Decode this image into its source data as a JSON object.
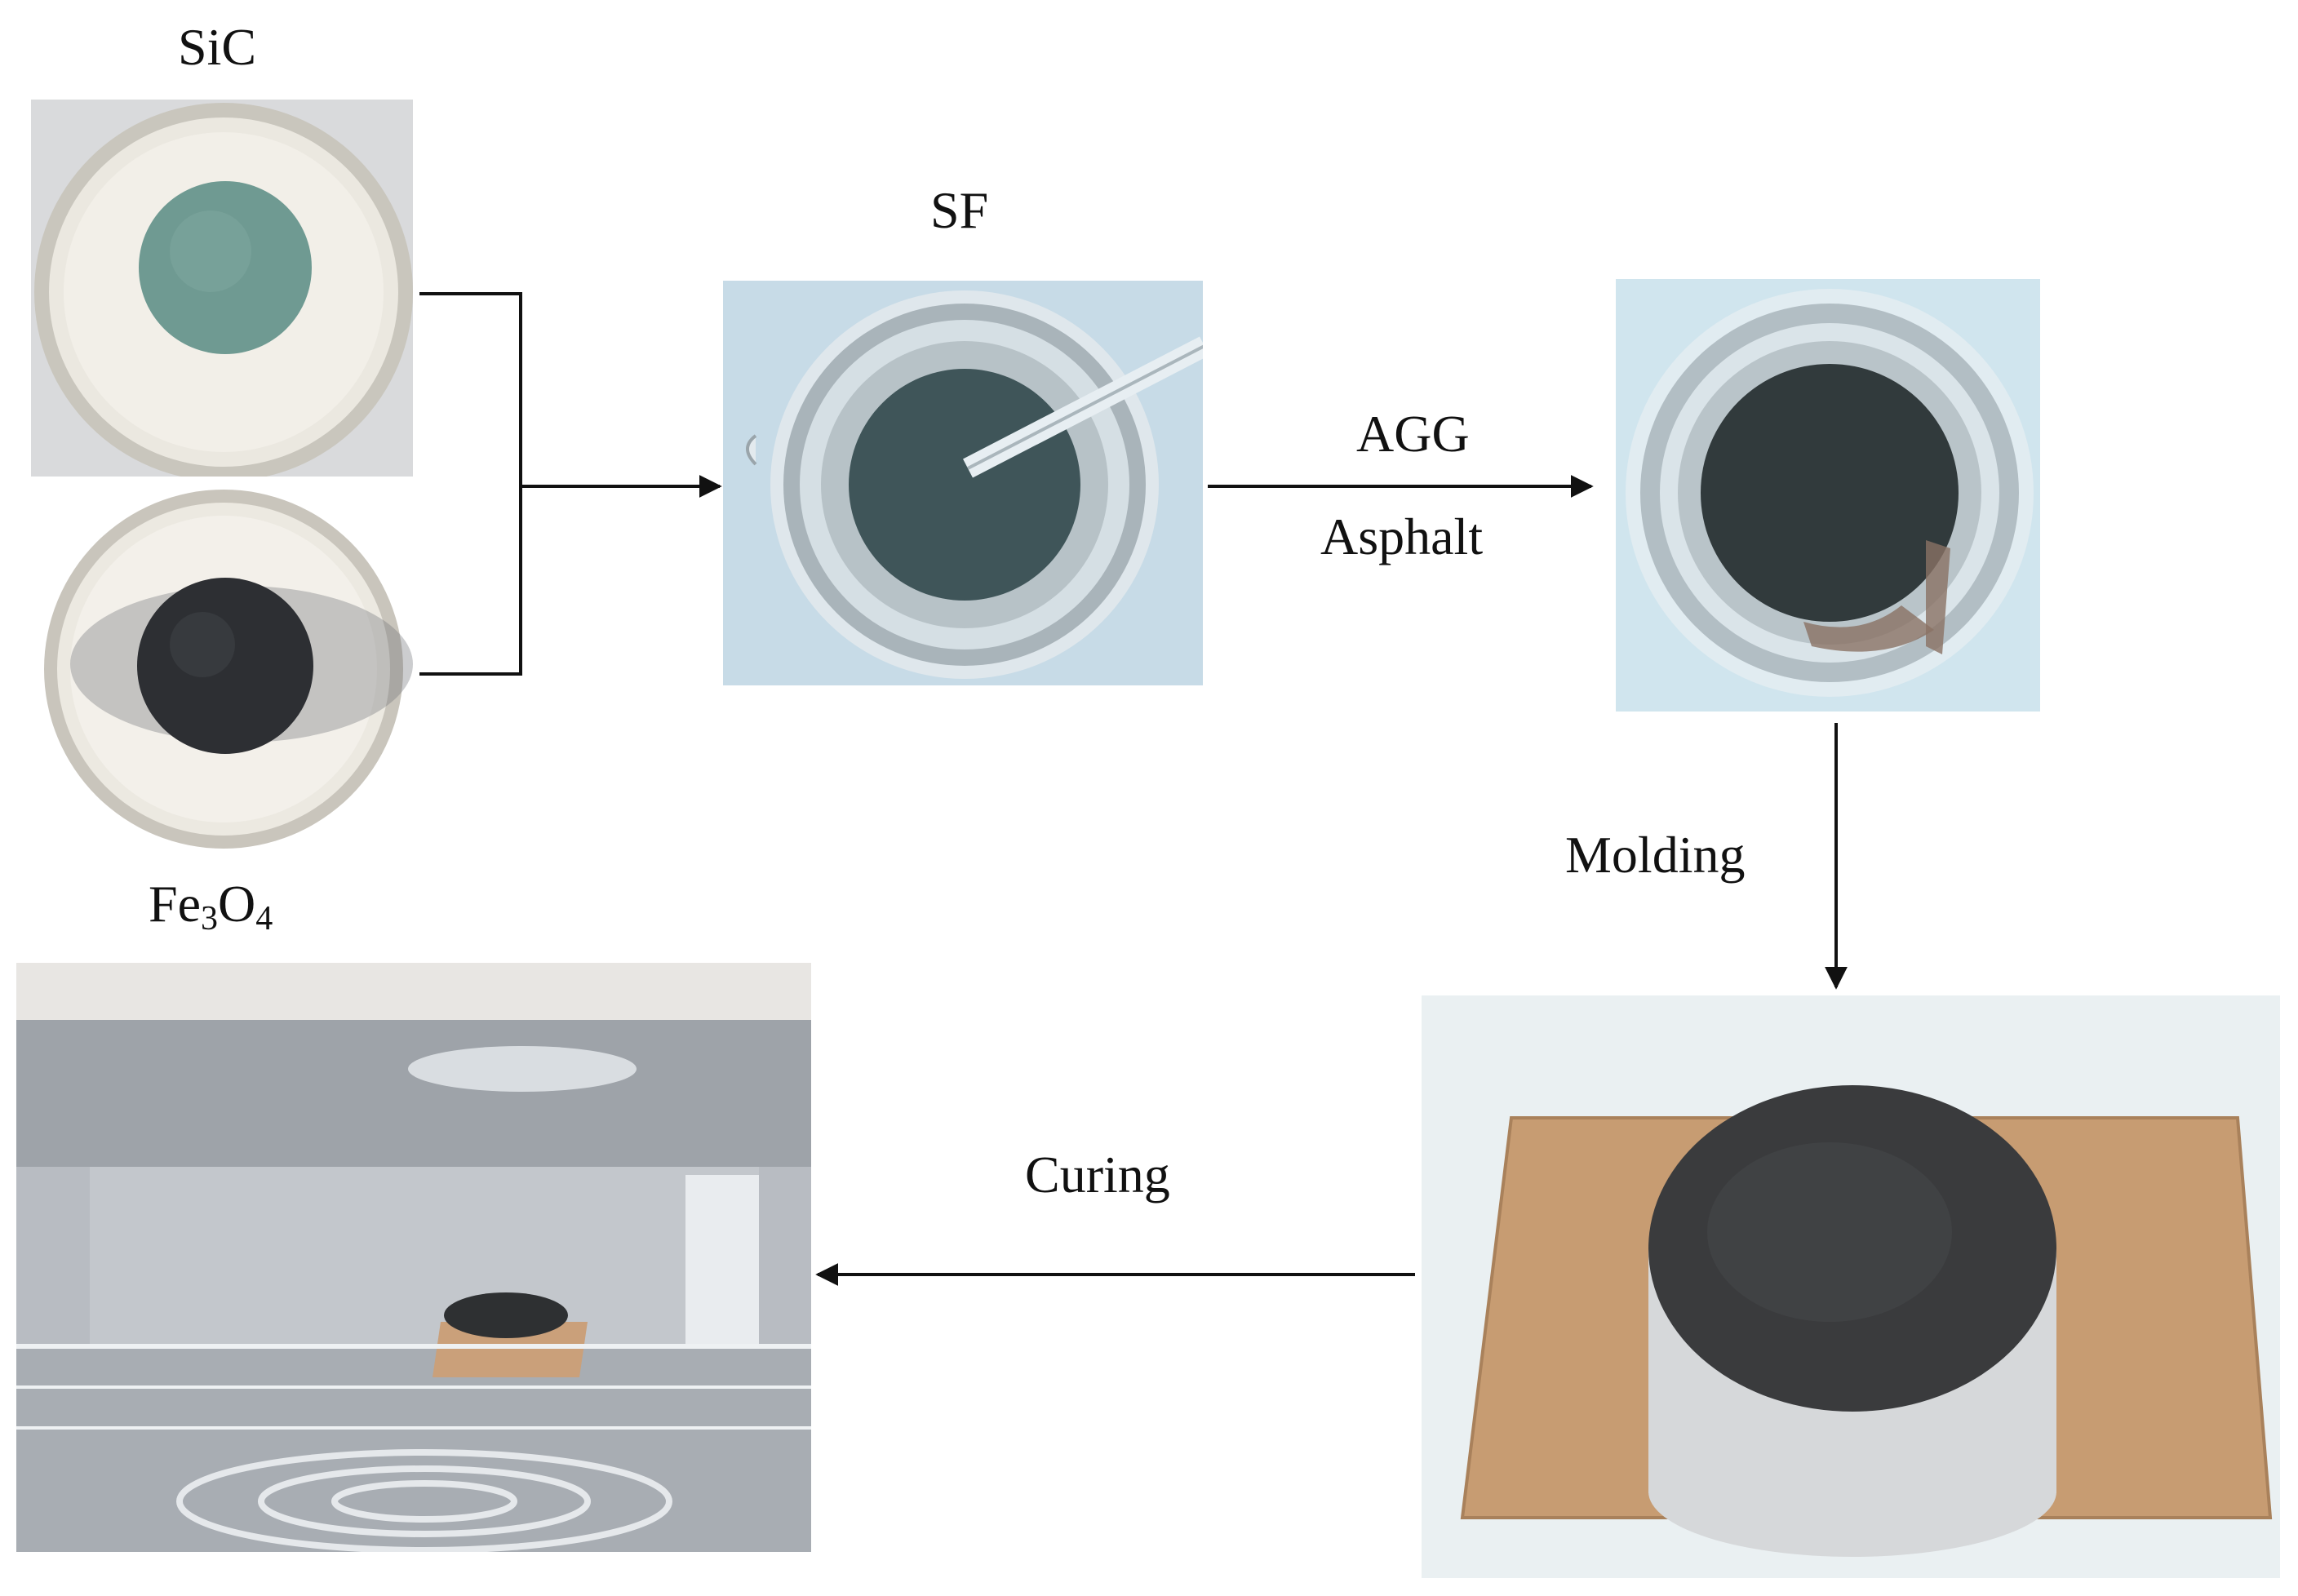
{
  "labels": {
    "sic": "SiC",
    "sf": "SF",
    "fe3o4": {
      "base": "Fe",
      "sub1": "3",
      "mid": "O",
      "sub2": "4"
    },
    "agg": "AGG",
    "asphalt": "Asphalt",
    "molding": "Molding",
    "curing": "Curing"
  },
  "colors": {
    "line": "#111111",
    "sic_powder": "#6f9a92",
    "fe3o4_powder": "#2d2f33",
    "sf_powder": "#3f5559",
    "mixture": "#313a3c",
    "specimen": "#3a3b3d",
    "mold_board": "#c79c72",
    "oven_metal": "#b8bcc2"
  }
}
